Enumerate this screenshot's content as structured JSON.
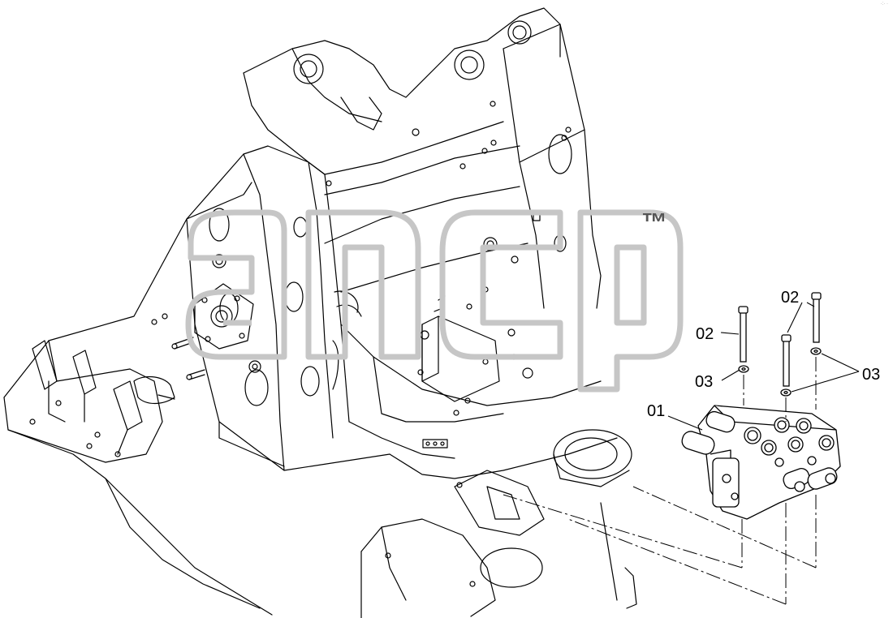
{
  "watermark": {
    "text": "ancp",
    "trademark": "™",
    "color": "#c9c9c9"
  },
  "corner_note": "·:· ·",
  "callouts": [
    {
      "id": "01",
      "text": "01"
    },
    {
      "id": "02a",
      "text": "02"
    },
    {
      "id": "02b",
      "text": "02"
    },
    {
      "id": "03a",
      "text": "03"
    },
    {
      "id": "03b",
      "text": "03"
    }
  ],
  "line_color": "#000000"
}
